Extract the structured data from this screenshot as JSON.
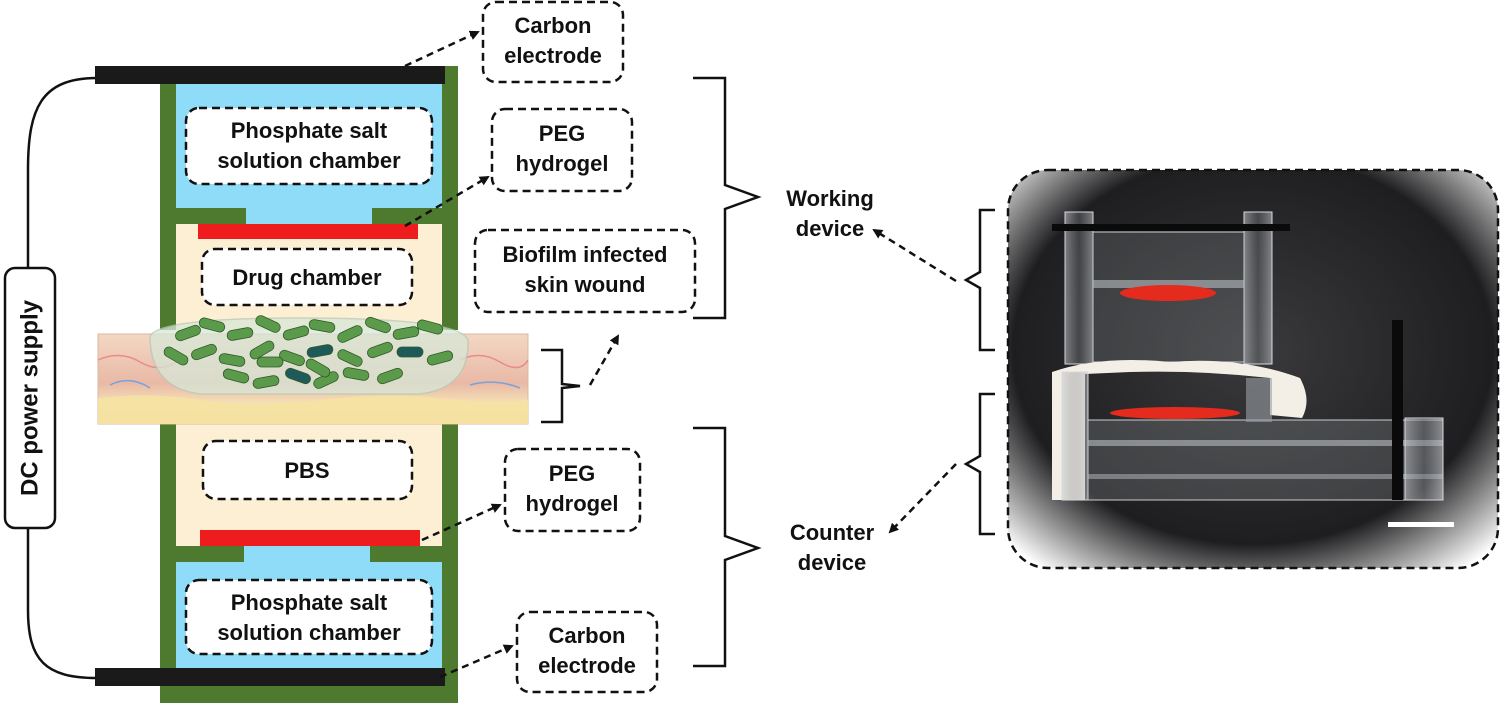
{
  "power_supply": {
    "label": "DC power supply"
  },
  "chambers": {
    "top_salt": [
      "Phosphate salt",
      "solution chamber"
    ],
    "drug": "Drug chamber",
    "pbs": "PBS",
    "bottom_salt": [
      "Phosphate salt",
      "solution chamber"
    ]
  },
  "callouts": {
    "carbon_top": [
      "Carbon",
      "electrode"
    ],
    "peg_top": [
      "PEG",
      "hydrogel"
    ],
    "biofilm": [
      "Biofilm infected",
      "skin wound"
    ],
    "peg_bottom": [
      "PEG",
      "hydrogel"
    ],
    "carbon_bottom": [
      "Carbon",
      "electrode"
    ]
  },
  "devices": {
    "working": [
      "Working",
      "device"
    ],
    "counter": [
      "Counter",
      "device"
    ]
  },
  "colors": {
    "frame_green": "#4e7a30",
    "salt_blue": "#8fdcf8",
    "chamber_cream": "#fdefd3",
    "hydrogel_red": "#ee1c1c",
    "electrode_black": "#1a1a1a",
    "bacteria_green": "#5a9a4a",
    "bacteria_dark": "#1f5a5a"
  }
}
